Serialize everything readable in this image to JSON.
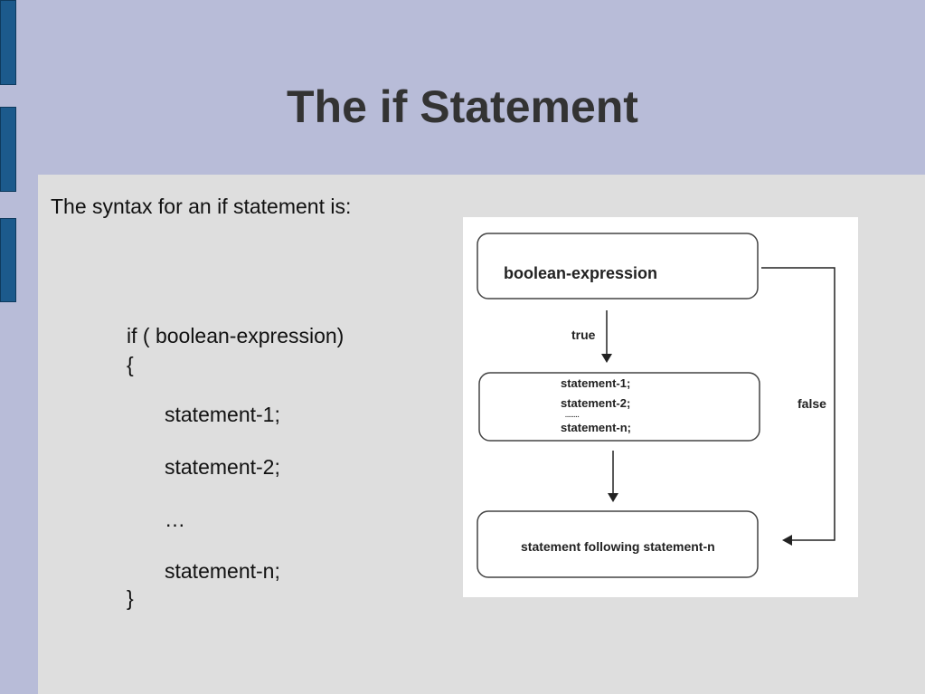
{
  "slide": {
    "title": "The if Statement",
    "intro": "The syntax for an if statement is:"
  },
  "code": {
    "line1": "if ( boolean-expression)",
    "line2": "{",
    "line3": "statement-1;",
    "line4": "statement-2;",
    "line5": "…",
    "line6": "statement-n;",
    "line7": "}"
  },
  "diagram": {
    "condition": "boolean-expression",
    "true_label": "true",
    "false_label": "false",
    "body": [
      "statement-1;",
      "statement-2;",
      "statement-n;"
    ],
    "body_ellipsis": "........",
    "after": "statement following statement-n"
  },
  "colors": {
    "background": "#b8bcd8",
    "content_panel": "#dedede",
    "side_tabs": "#1c5a8c",
    "title_text": "#333333"
  }
}
